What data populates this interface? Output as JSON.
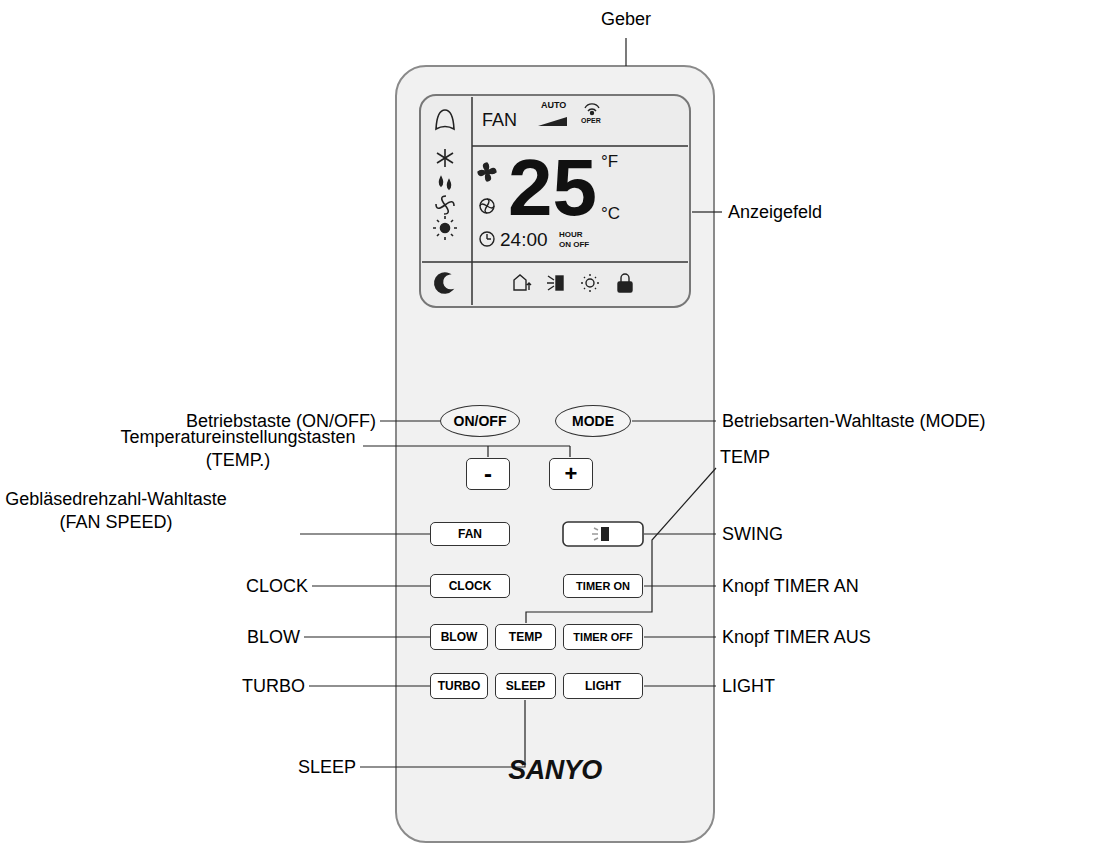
{
  "diagram": {
    "nodes": [
      {
        "text": [
          "SANYO"
        ]
      },
      {
        "text": [
          "FAN",
          "AUTO",
          "OPER",
          "25",
          "°F",
          "°C",
          "24:00",
          "HOUR",
          "ON OFF"
        ],
        "in": 0
      },
      {
        "text": [
          "ON/OFF"
        ],
        "in": 0
      },
      {
        "text": [
          "MODE"
        ],
        "in": 0
      },
      {
        "text": [
          "-"
        ],
        "in": 0
      },
      {
        "text": [
          "+"
        ],
        "in": 0
      },
      {
        "text": [
          "FAN"
        ],
        "in": 0
      },
      {
        "text": [
          "CLOCK"
        ],
        "in": 0
      },
      {
        "text": [
          "TIMER ON"
        ],
        "in": 0
      },
      {
        "text": [
          "BLOW"
        ],
        "in": 0
      },
      {
        "text": [
          "TEMP"
        ],
        "in": 0
      },
      {
        "text": [
          "TIMER OFF"
        ],
        "in": 0
      },
      {
        "text": [
          "TURBO"
        ],
        "in": 0
      },
      {
        "text": [
          "SLEEP"
        ],
        "in": 0
      },
      {
        "text": [
          "LIGHT"
        ],
        "in": 0
      }
    ],
    "labels": [
      "Geber",
      "Anzeigefeld",
      "Betriebstaste (ON/OFF)",
      "Betriebsarten-Wahltaste (MODE)",
      "Temperatureinstellungstasten (TEMP.)",
      "Gebläsedrehzahl-Wahltaste (FAN SPEED)",
      "TEMP",
      "SWING",
      "CLOCK",
      "Knopf TIMER AN",
      "BLOW",
      "Knopf TIMER AUS",
      "TURBO",
      "LIGHT",
      "SLEEP"
    ]
  }
}
